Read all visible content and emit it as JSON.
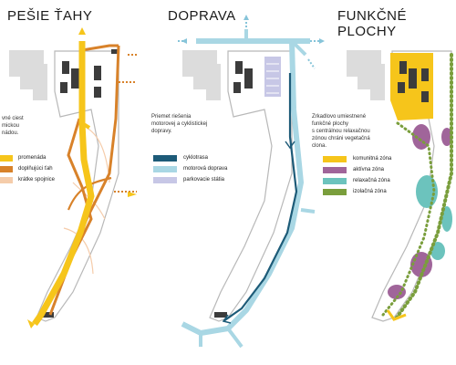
{
  "panels": {
    "pedestrian": {
      "title": "PEŠIE ŤAHY",
      "description": [
        "vné ciest",
        "mickou",
        "nádou."
      ],
      "legend": [
        {
          "label": "promenáda",
          "color": "#f6c51b"
        },
        {
          "label": "doplňujúci ťah",
          "color": "#d8822a"
        },
        {
          "label": "krátke spojnice",
          "color": "#f5ccaa"
        }
      ]
    },
    "traffic": {
      "title": "DOPRAVA",
      "description": [
        "Priemet riešenia",
        "motorovej a cyklistickej",
        "dopravy."
      ],
      "legend": [
        {
          "label": "cyklotrasa",
          "color": "#1d5b78"
        },
        {
          "label": "motorová doprava",
          "color": "#a9d7e4"
        },
        {
          "label": "parkovacie státia",
          "color": "#c7c7e6"
        }
      ]
    },
    "functional": {
      "title": "FUNKČNÉ PLOCHY",
      "description": [
        "Zrkadlovo umiestnené",
        "funkčné plochy",
        "s centrálnou relaxačnou",
        "zónou chráni vegetačná",
        "clona."
      ],
      "legend": [
        {
          "label": "komunitná zóna",
          "color": "#f6c51b"
        },
        {
          "label": "aktívna zóna",
          "color": "#a0659a"
        },
        {
          "label": "relaxačná zóna",
          "color": "#6cc3bd"
        },
        {
          "label": "izolačná zóna",
          "color": "#7a9e3c"
        }
      ]
    }
  }
}
